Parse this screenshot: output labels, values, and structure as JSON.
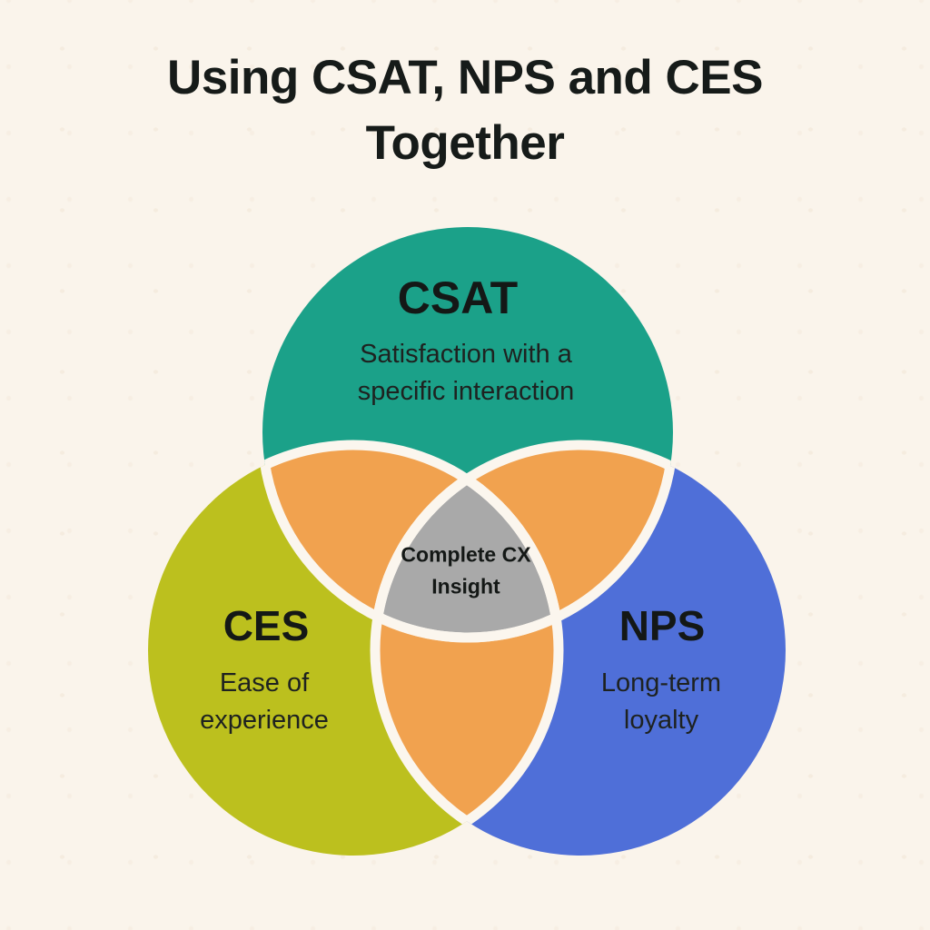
{
  "title": "Using CSAT, NPS and CES Together",
  "colors": {
    "background": "#FAF4EB",
    "separator": "#FBF6EE",
    "title_text": "#161B19",
    "body_text": "#1E2220",
    "overlap": "#F1A24F",
    "center_fill": "#A9A9A9"
  },
  "venn": {
    "circles": [
      {
        "label": "CSAT",
        "description": "Satisfaction with a specific interaction",
        "color": "#1BA189"
      },
      {
        "label": "CES",
        "description": "Ease of experience",
        "color": "#BCC01E"
      },
      {
        "label": "NPS",
        "description": "Long-term loyalty",
        "color": "#4F6FD8"
      }
    ],
    "center_label": "Complete CX Insight"
  }
}
